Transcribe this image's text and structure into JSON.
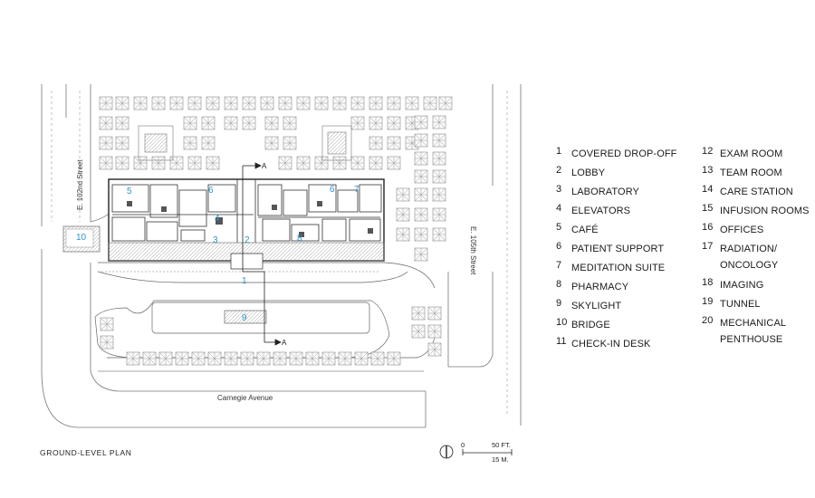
{
  "plan": {
    "streets": {
      "west": "E. 102nd Street",
      "east": "E. 105th Street",
      "south": "Carnegie Avenue"
    },
    "section_marker": "A",
    "map_tags": [
      "10",
      "5",
      "6",
      "4",
      "3",
      "2",
      "8",
      "6",
      "7",
      "1",
      "9"
    ],
    "caption": "GROUND-LEVEL PLAN",
    "scale": {
      "feet": "0",
      "feet_label": "50 FT.",
      "meters_label": "15 M."
    }
  },
  "legend": {
    "column_a": [
      {
        "num": "1",
        "label": "COVERED DROP-OFF"
      },
      {
        "num": "2",
        "label": "LOBBY"
      },
      {
        "num": "3",
        "label": "LABORATORY"
      },
      {
        "num": "4",
        "label": "ELEVATORS"
      },
      {
        "num": "5",
        "label": "CAFÉ"
      },
      {
        "num": "6",
        "label": "PATIENT SUPPORT"
      },
      {
        "num": "7",
        "label": "MEDITATION SUITE"
      },
      {
        "num": "8",
        "label": "PHARMACY"
      },
      {
        "num": "9",
        "label": "SKYLIGHT"
      },
      {
        "num": "10",
        "label": "BRIDGE"
      },
      {
        "num": "11",
        "label": "CHECK-IN DESK"
      }
    ],
    "column_b": [
      {
        "num": "12",
        "label": "EXAM ROOM"
      },
      {
        "num": "13",
        "label": "TEAM ROOM"
      },
      {
        "num": "14",
        "label": "CARE STATION"
      },
      {
        "num": "15",
        "label": "INFUSION ROOMS"
      },
      {
        "num": "16",
        "label": "OFFICES"
      },
      {
        "num": "17",
        "label": "RADIATION/",
        "label2": "ONCOLOGY"
      },
      {
        "num": "18",
        "label": "IMAGING"
      },
      {
        "num": "19",
        "label": "TUNNEL"
      },
      {
        "num": "20",
        "label": "MECHANICAL",
        "label2": "PENTHOUSE"
      }
    ]
  },
  "colors": {
    "accent": "#2f93c9",
    "line": "#555555",
    "tree": "#8a8a8a"
  }
}
